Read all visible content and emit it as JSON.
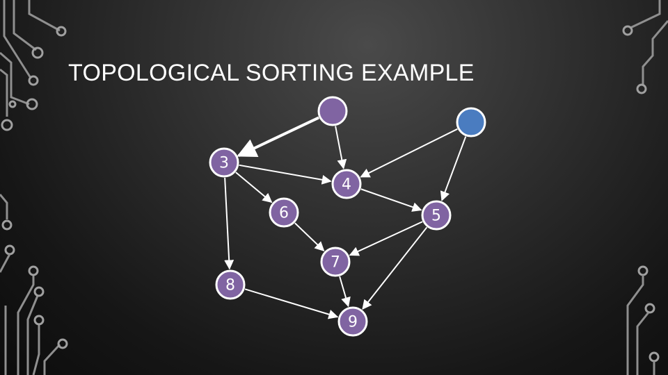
{
  "slide": {
    "title": "TOPOLOGICAL SORTING EXAMPLE"
  },
  "colors": {
    "node_fill": "#8064a2",
    "accent_node_fill": "#4a7cc0",
    "edge": "#ffffff",
    "circuit": "#8f8f8f"
  },
  "graph": {
    "nodes": [
      {
        "id": "1",
        "label": ""
      },
      {
        "id": "2",
        "label": ""
      },
      {
        "id": "3",
        "label": "3"
      },
      {
        "id": "4",
        "label": "4"
      },
      {
        "id": "6",
        "label": "6"
      },
      {
        "id": "5",
        "label": "5"
      },
      {
        "id": "7",
        "label": "7"
      },
      {
        "id": "8",
        "label": "8"
      },
      {
        "id": "9",
        "label": "9"
      }
    ],
    "edges": [
      {
        "from": "1",
        "to": "3"
      },
      {
        "from": "1",
        "to": "4"
      },
      {
        "from": "2",
        "to": "4"
      },
      {
        "from": "2",
        "to": "5"
      },
      {
        "from": "3",
        "to": "4"
      },
      {
        "from": "3",
        "to": "6"
      },
      {
        "from": "3",
        "to": "8"
      },
      {
        "from": "4",
        "to": "5"
      },
      {
        "from": "6",
        "to": "7"
      },
      {
        "from": "5",
        "to": "7"
      },
      {
        "from": "5",
        "to": "9"
      },
      {
        "from": "8",
        "to": "9"
      },
      {
        "from": "7",
        "to": "9"
      }
    ]
  }
}
